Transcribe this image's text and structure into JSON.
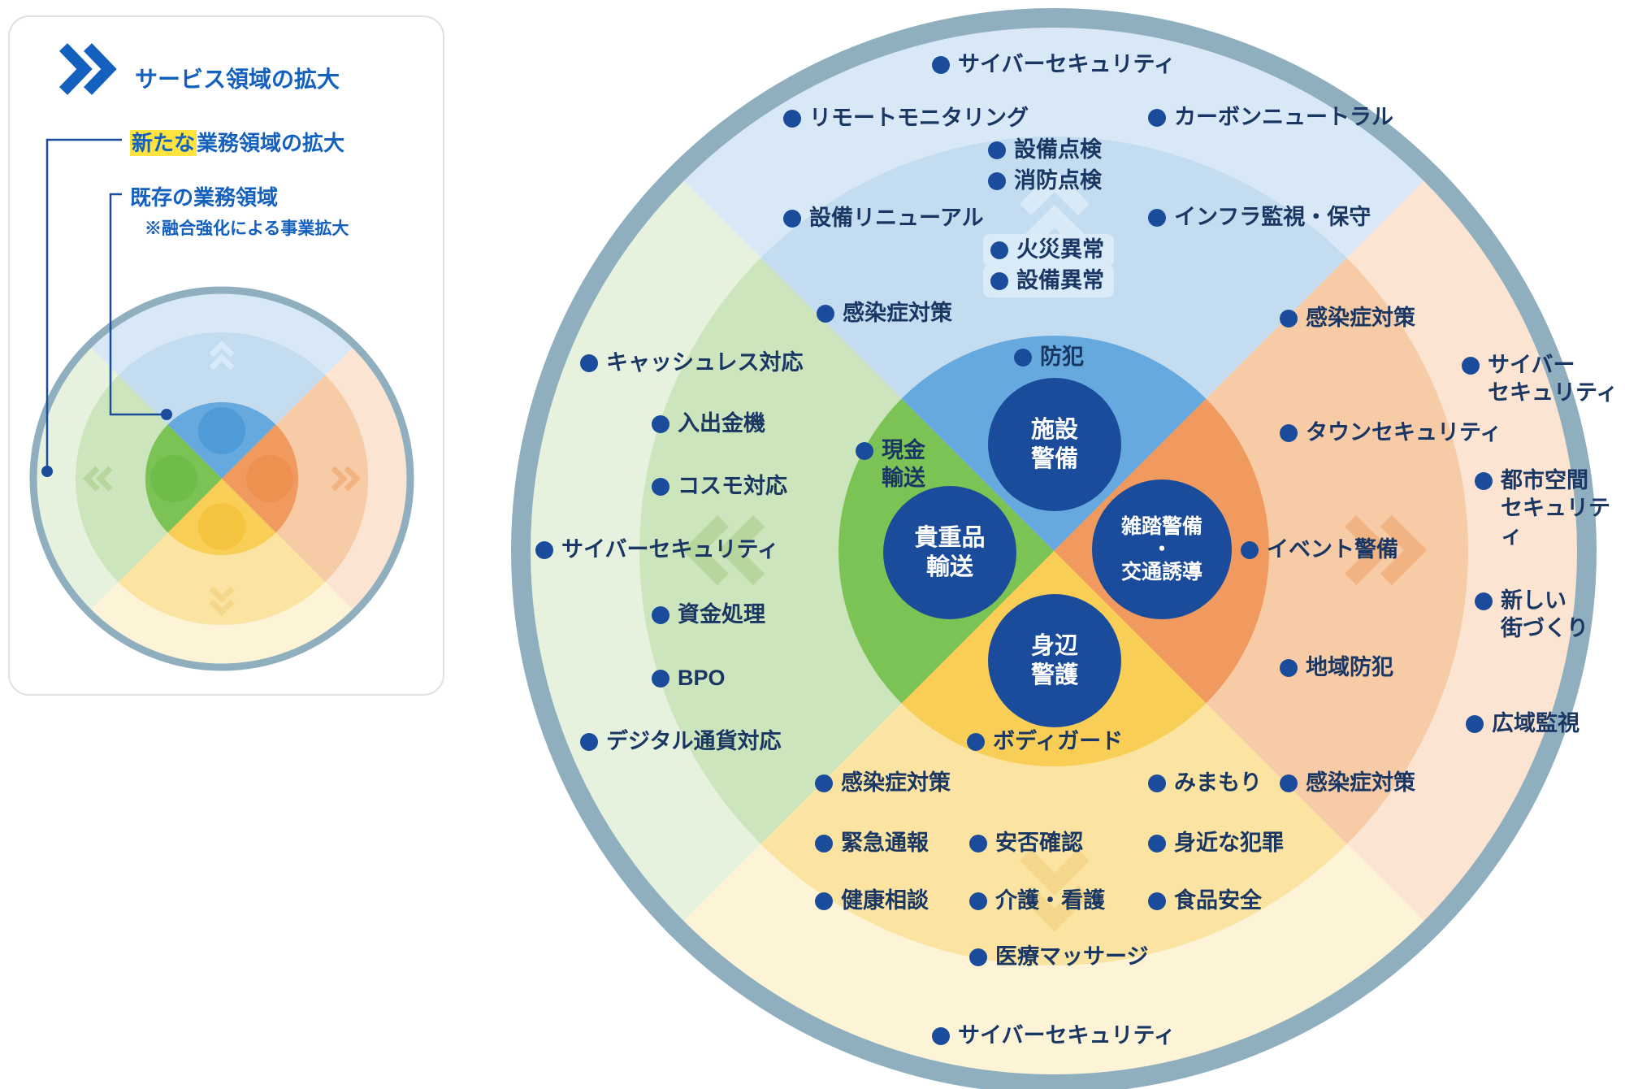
{
  "legend": {
    "title": "サービス領域の拡大",
    "new_area_highlight": "新たな",
    "new_area_rest": "業務領域の拡大",
    "existing_area": "既存の業務領域",
    "existing_note": "※融合強化による事業拡大"
  },
  "cores": {
    "facility": "施設\n警備",
    "valuables": "貴重品\n輸送",
    "crowd": "雑踏警備\n・\n交通誘導",
    "personal": "身辺\n警護"
  },
  "items": {
    "top": [
      "サイバーセキュリティ",
      "リモートモニタリング",
      "カーボンニュートラル",
      "設備点検",
      "消防点検",
      "設備リニューアル",
      "インフラ監視・保守",
      "火災異常",
      "設備異常",
      "感染症対策",
      "防犯"
    ],
    "left": [
      "キャッシュレス対応",
      "入出金機",
      "現金\n輸送",
      "コスモ対応",
      "サイバーセキュリティ",
      "資金処理",
      "BPO",
      "デジタル通貨対応"
    ],
    "right": [
      "感染症対策",
      "サイバー\nセキュリティ",
      "タウンセキュリティ",
      "都市空間\nセキュリティ",
      "イベント警備",
      "新しい\n街づくり",
      "地域防犯",
      "広域監視",
      "感染症対策"
    ],
    "bottom": [
      "ボディガード",
      "感染症対策",
      "みまもり",
      "緊急通報",
      "安否確認",
      "身近な犯罪",
      "健康相談",
      "介護・看護",
      "食品安全",
      "医療マッサージ",
      "サイバーセキュリティ"
    ]
  },
  "colors": {
    "navy_core": "#1B4C9B",
    "label_text": "#1A3764",
    "legend_blue": "#1460BF",
    "highlight_yellow": "#FFE33E",
    "outer_ring": "#8FAFBF",
    "blue_outer": "#D9E8F6",
    "blue_mid": "#C3DCF0",
    "blue_inner": "#66A9DE",
    "green_outer": "#E6F1DE",
    "green_mid": "#CDE5BC",
    "green_inner": "#7CC356",
    "orange_outer": "#FBE5D2",
    "orange_mid": "#F6CBA5",
    "orange_inner": "#F19A5F",
    "yellow_outer": "#FDF4D8",
    "yellow_mid": "#FBE4A2",
    "yellow_inner": "#F9CE57"
  }
}
